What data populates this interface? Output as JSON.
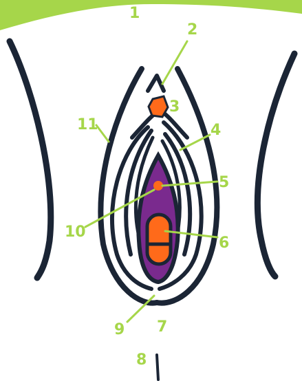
{
  "colors": {
    "outline": "#1b2535",
    "label_green": "#a6d64a",
    "top_band_green": "#a6d64a",
    "accent_orange": "#ff6a1a",
    "inner_purple": "#7a2a8e",
    "background": "#ffffff"
  },
  "labels": {
    "l1": "1",
    "l2": "2",
    "l3": "3",
    "l4": "4",
    "l5": "5",
    "l6": "6",
    "l7": "7",
    "l8": "8",
    "l9": "9",
    "l10": "10",
    "l11": "11"
  }
}
